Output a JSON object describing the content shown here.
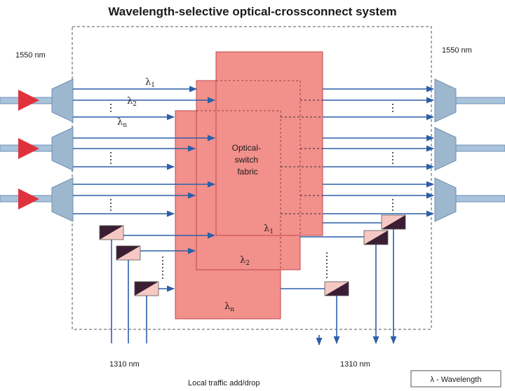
{
  "title": "Wavelength-selective optical-crossconnect system",
  "input_label": "1550 nm",
  "output_label": "1550 nm",
  "add_label": "1310 nm",
  "drop_label": "1310 nm",
  "local_label": "Local traffic add/drop",
  "legend_text": "λ - Wavelength",
  "fabric_label_line1": "Optical-",
  "fabric_label_line2": "switch",
  "fabric_label_line3": "fabric",
  "lambda_1": "λ",
  "lambda_1_sub": "1",
  "lambda_2": "λ",
  "lambda_2_sub": "2",
  "lambda_n": "λ",
  "lambda_n_sub": "n",
  "plane_label_1": "λ",
  "plane_label_1_sub": "1",
  "plane_label_2": "λ",
  "plane_label_2_sub": "2",
  "plane_label_n": "λ",
  "plane_label_n_sub": "n",
  "colors": {
    "fabric_fill": "#f2908c",
    "fabric_stroke": "#c04848",
    "arrow_blue": "#2b5fa8",
    "fiber_fill": "#a9c3dc",
    "demux_fill": "#9db7cf",
    "amp_fill": "#e0323c",
    "adm_dark": "#3b1e33",
    "adm_light": "#f6c8c3"
  }
}
